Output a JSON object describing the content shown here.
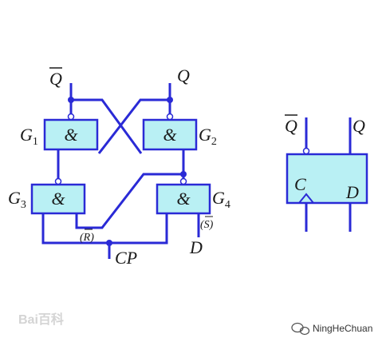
{
  "left_circuit": {
    "gates": [
      {
        "name": "G",
        "sub": "1",
        "symbol": "&"
      },
      {
        "name": "G",
        "sub": "2",
        "symbol": "&"
      },
      {
        "name": "G",
        "sub": "3",
        "symbol": "&"
      },
      {
        "name": "G",
        "sub": "4",
        "symbol": "&"
      }
    ],
    "outputs": {
      "q_bar": "Q",
      "q": "Q"
    },
    "inputs": {
      "cp": "CP",
      "d": "D"
    },
    "annotations": {
      "r": "(R)",
      "s": "(S)"
    }
  },
  "right_symbol": {
    "q_bar": "Q",
    "q": "Q",
    "clock_label": "C",
    "data_label": "D"
  },
  "watermarks": {
    "baidu": "Bai百科",
    "author": "NingHeChuan"
  },
  "colors": {
    "wire": "#2a2ad6",
    "gate_fill": "#b9f0f4"
  }
}
